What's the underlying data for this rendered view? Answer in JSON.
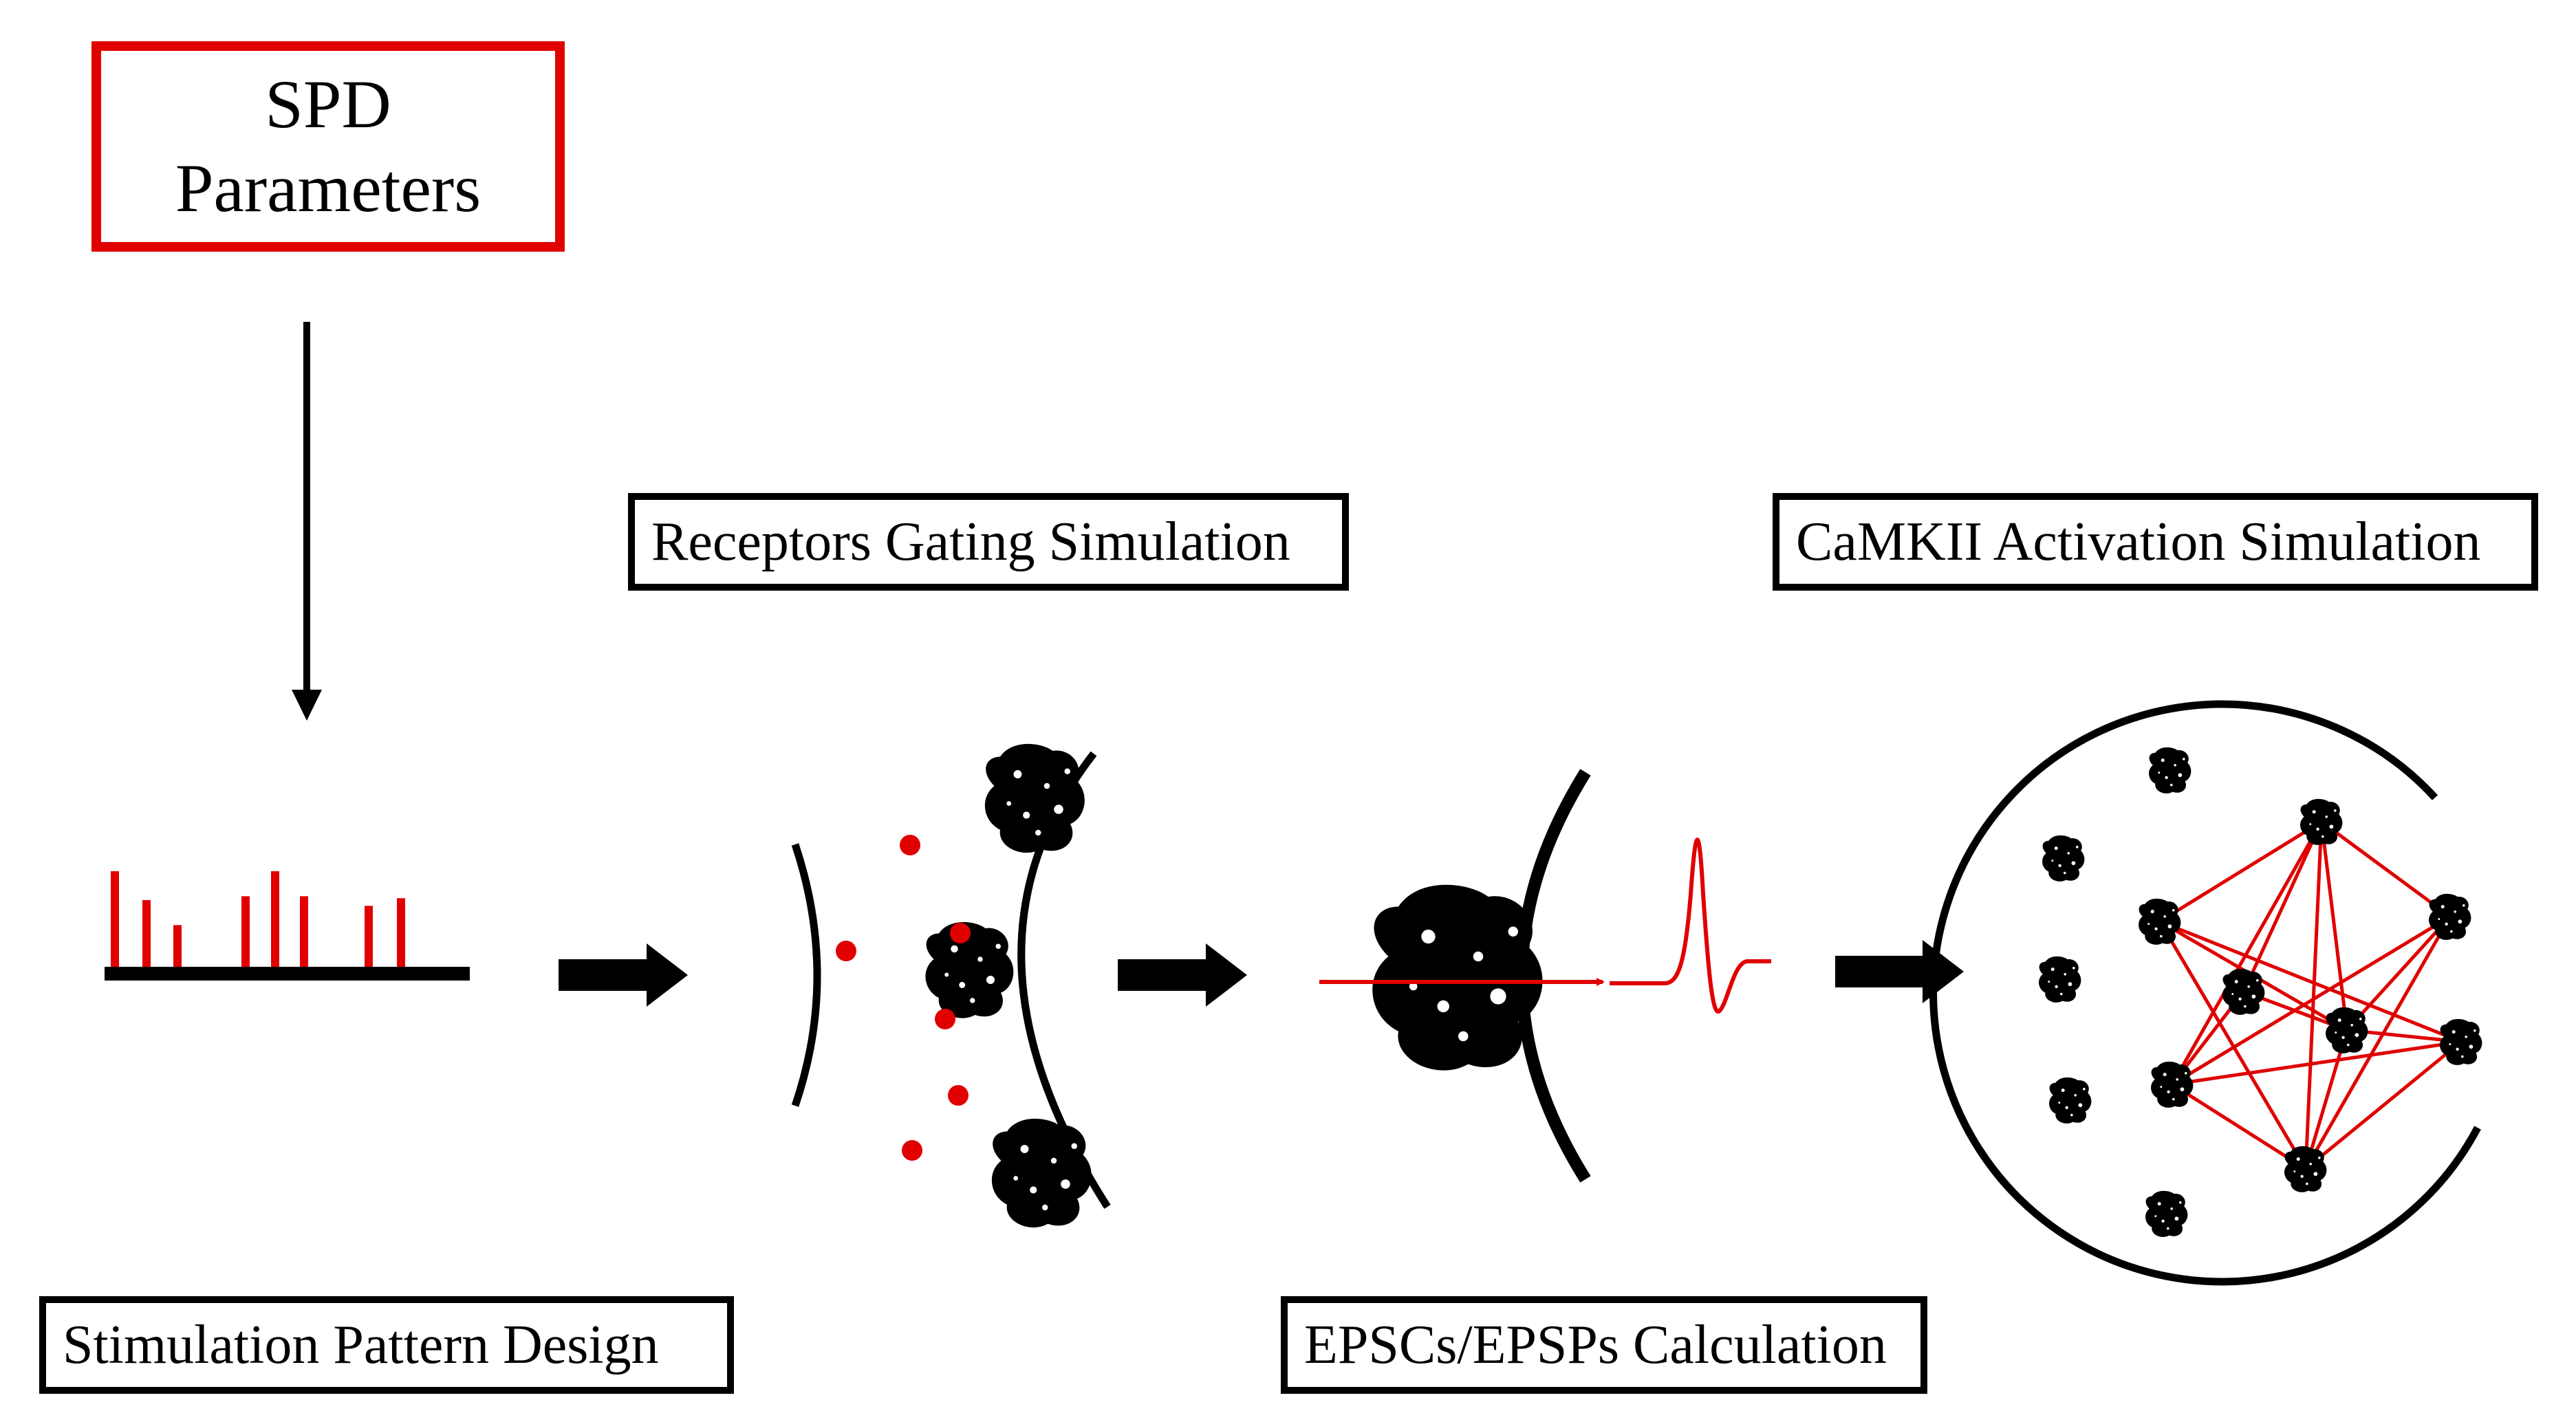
{
  "colors": {
    "accent": "#e00000",
    "ink": "#000000",
    "background": "#ffffff"
  },
  "spd": {
    "line1": "SPD",
    "line2": "Parameters"
  },
  "labels": {
    "stimulation": "Stimulation Pattern Design",
    "receptors": "Receptors Gating Simulation",
    "epsc": "EPSCs/EPSPs Calculation",
    "camkii": "CaMKII Activation Simulation"
  },
  "stimulation_pattern": {
    "bar_heights": [
      1.0,
      0.7,
      0.44,
      0.74,
      1.0,
      0.74,
      0.64,
      0.72
    ]
  },
  "icons": {
    "receptor": "receptor-protein-icon",
    "neurotransmitter": "neurotransmitter-dot-icon",
    "epsp_trace": "epsp-trace-icon",
    "camkii": "camkii-holoenzyme-icon"
  }
}
